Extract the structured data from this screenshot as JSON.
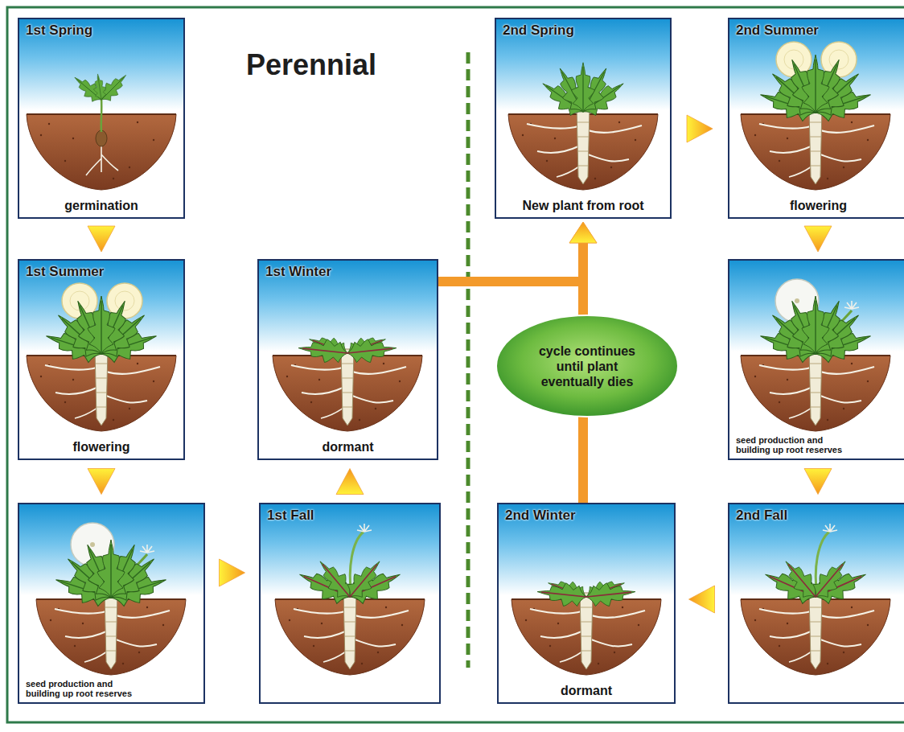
{
  "diagram": {
    "title": "Perennial",
    "nodes": [
      {
        "text": [
          "1st Spring",
          "germination"
        ]
      },
      {
        "text": [
          "1st Summer",
          "flowering"
        ]
      },
      {
        "text": [
          "seed production and building up root reserves"
        ]
      },
      {
        "text": [
          "1st Fall"
        ]
      },
      {
        "text": [
          "1st Winter",
          "dormant"
        ]
      },
      {
        "text": [
          "cycle continues until plant eventually dies"
        ]
      },
      {
        "text": [
          "2nd Spring",
          "New plant from root"
        ]
      },
      {
        "text": [
          "2nd Summer",
          "flowering"
        ]
      },
      {
        "text": [
          "seed production and building up root reserves"
        ]
      },
      {
        "text": [
          "2nd Fall"
        ]
      },
      {
        "text": [
          "2nd Winter",
          "dormant"
        ]
      }
    ],
    "edges": [
      {
        "from": 0,
        "to": 1,
        "arrow": "to"
      },
      {
        "from": 1,
        "to": 2,
        "arrow": "to"
      },
      {
        "from": 2,
        "to": 3,
        "arrow": "to"
      },
      {
        "from": 3,
        "to": 4,
        "arrow": "to"
      },
      {
        "from": 4,
        "to": 6,
        "arrow": "to"
      },
      {
        "from": 6,
        "to": 7,
        "arrow": "to"
      },
      {
        "from": 7,
        "to": 8,
        "arrow": "to"
      },
      {
        "from": 8,
        "to": 9,
        "arrow": "to"
      },
      {
        "from": 9,
        "to": 10,
        "arrow": "to"
      },
      {
        "from": 10,
        "to": 6,
        "arrow": "to"
      }
    ]
  }
}
